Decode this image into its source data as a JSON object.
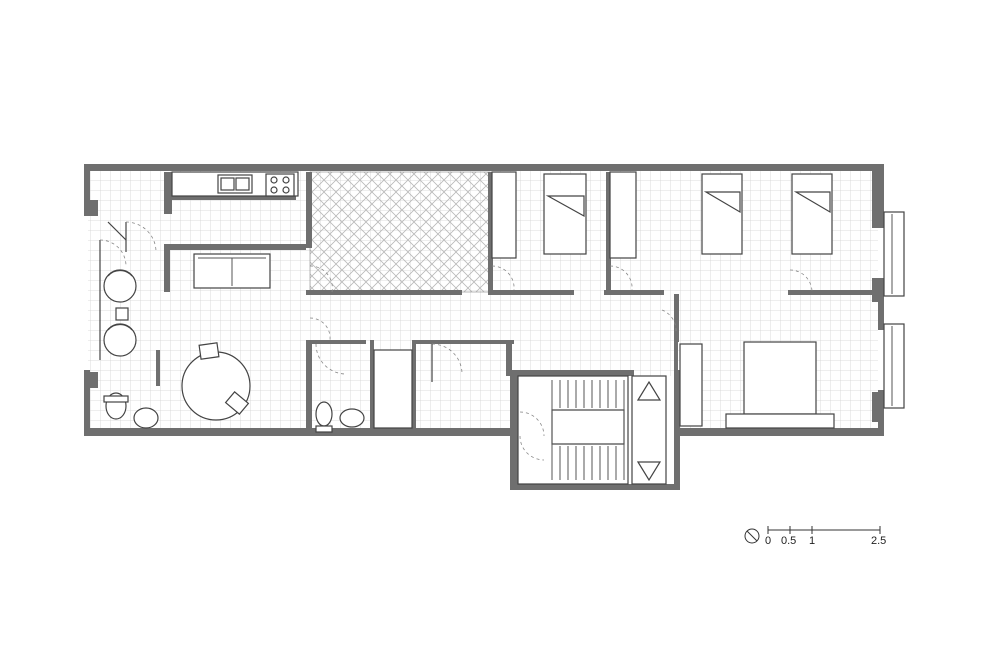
{
  "scale_bar": {
    "labels": [
      "0",
      "0.5",
      "1",
      "2.5"
    ]
  },
  "icons": {
    "north": "north-arrow-icon"
  },
  "colors": {
    "wall": "#6f6f6f",
    "tile_grid": "#cfcfcf",
    "line": "#444444",
    "background": "#ffffff"
  }
}
